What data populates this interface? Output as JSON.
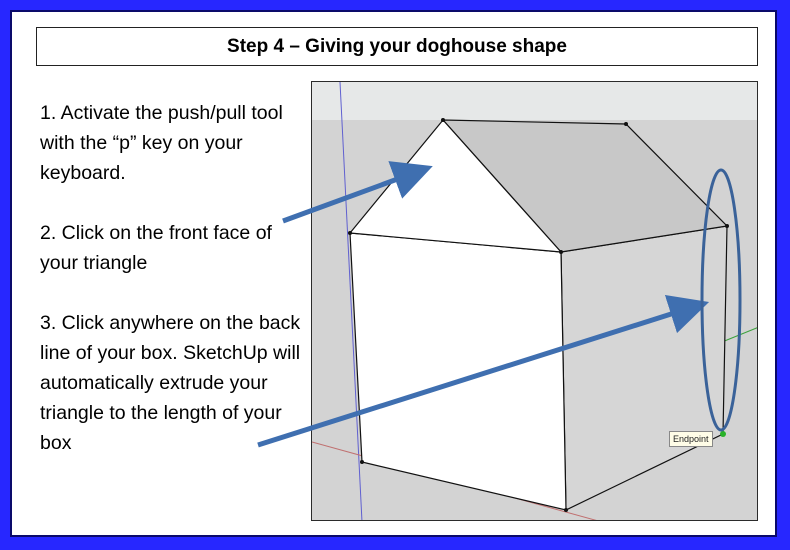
{
  "title": "Step 4 – Giving your doghouse shape",
  "steps": [
    "1. Activate the push/pull tool with the “p” key on your keyboard.",
    "2. Click on the front face of your triangle",
    "3. Click anywhere on the back line of your box. SketchUp will automatically extrude your triangle to the length of your box"
  ],
  "viewport": {
    "tooltip": "Endpoint"
  },
  "colors": {
    "frame": "#2727ff",
    "arrow": "#3f6fb0",
    "ellipse": "#3a6299",
    "sky": "#e6e8e8",
    "ground": "#d2d2d2",
    "roof_side": "#c6c6c6",
    "wall_side": "#d4d4d4"
  }
}
